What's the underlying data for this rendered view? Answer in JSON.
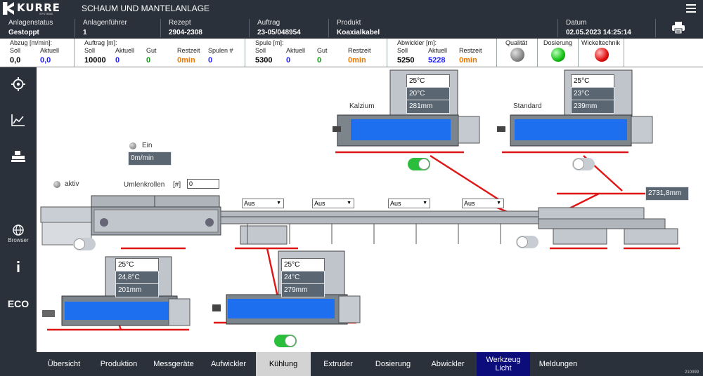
{
  "header": {
    "brand": "KURRE",
    "brand_sub": "SYSTEMS",
    "title": "SCHAUM UND MANTELANLAGE"
  },
  "info": [
    {
      "label": "Anlagenstatus",
      "value": "Gestoppt"
    },
    {
      "label": "Anlagenführer",
      "value": "1"
    },
    {
      "label": "Rezept",
      "value": "2904-2308"
    },
    {
      "label": "Auftrag",
      "value": "23-05/048954"
    },
    {
      "label": "Produkt",
      "value": "Koaxialkabel"
    },
    {
      "label": "Datum",
      "value": "02.05.2023 14:25:14"
    }
  ],
  "status": {
    "abzug": {
      "title": "Abzug [m/min]:",
      "soll_h": "Soll",
      "aktuell_h": "Aktuell",
      "soll": "0,0",
      "aktuell": "0,0"
    },
    "auftrag": {
      "title": "Auftrag [m]:",
      "soll_h": "Soll",
      "aktuell_h": "Aktuell",
      "gut_h": "Gut",
      "restzeit_h": "Restzeit",
      "spulen_h": "Spulen #",
      "soll": "10000",
      "aktuell": "0",
      "gut": "0",
      "restzeit": "0min",
      "spulen": "0"
    },
    "spule": {
      "title": "Spule [m]:",
      "soll_h": "Soll",
      "aktuell_h": "Aktuell",
      "gut_h": "Gut",
      "restzeit_h": "Restzeit",
      "soll": "5300",
      "aktuell": "0",
      "gut": "0",
      "restzeit": "0min"
    },
    "abwickler": {
      "title": "Abwickler [m]:",
      "soll_h": "Soll",
      "aktuell_h": "Aktuell",
      "restzeit_h": "Restzeit",
      "soll": "5250",
      "aktuell": "5228",
      "restzeit": "0min"
    },
    "lamps": [
      {
        "label": "Qualität",
        "color": "#808080"
      },
      {
        "label": "Dosierung",
        "color": "#12c012"
      },
      {
        "label": "Wickeltechnik",
        "color": "#e01010"
      }
    ]
  },
  "sidebar": {
    "browser_label": "Browser",
    "eco_label": "ECO"
  },
  "process": {
    "ein_label": "Ein",
    "speed": "0m/min",
    "aktiv_label": "aktiv",
    "umlenk_label": "Umlenkrollen",
    "umlenk_unit": "[#]",
    "umlenk_value": "0",
    "dropdowns": [
      "Aus",
      "Aus",
      "Aus",
      "Aus"
    ],
    "length": "2731,8mm",
    "baths": [
      {
        "name": "Kalzium",
        "set": "25°C",
        "act": "20°C",
        "dist": "281mm",
        "switch": "on"
      },
      {
        "name": "Standard",
        "set": "25°C",
        "act": "23°C",
        "dist": "239mm",
        "switch": "off"
      },
      {
        "name": "",
        "set": "25°C",
        "act": "24,8°C",
        "dist": "201mm",
        "switch": "off"
      },
      {
        "name": "",
        "set": "25°C",
        "act": "24°C",
        "dist": "279mm",
        "switch": "on"
      }
    ]
  },
  "tabs": [
    "Übersicht",
    "Produktion",
    "Messgeräte",
    "Aufwickler",
    "Kühlung",
    "Extruder",
    "Dosierung",
    "Abwickler",
    "Werkzeug Licht",
    "Meldungen"
  ],
  "version": "210099"
}
